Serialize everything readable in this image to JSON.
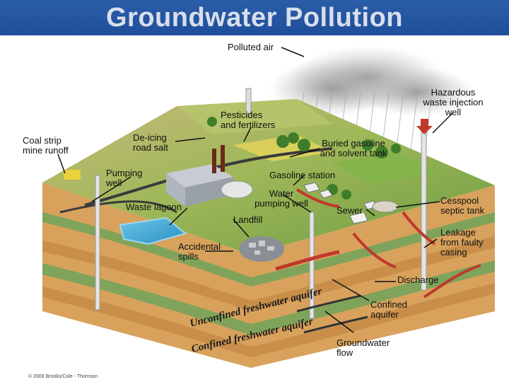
{
  "title": "Groundwater Pollution",
  "labels": {
    "polluted_air": "Polluted air",
    "hazardous_well": "Hazardous\nwaste injection\nwell",
    "pesticides": "Pesticides\nand fertilizers",
    "coal_strip": "Coal strip\nmine runoff",
    "deicing": "De-icing\nroad salt",
    "buried_tank": "Buried gasoline\nand solvent tank",
    "pumping_well": "Pumping\nwell",
    "gasoline_station": "Gasoline station",
    "water_pumping_well": "Water\npumping well",
    "waste_lagoon": "Waste lagoon",
    "sewer": "Sewer",
    "cesspool": "Cesspool\nseptic tank",
    "landfill": "Landfill",
    "leakage": "Leakage\nfrom faulty\ncasing",
    "accidental_spills": "Accidental\nspills",
    "discharge": "Discharge",
    "confined_aquifer": "Confined\naquifer",
    "groundwater_flow": "Groundwater\nflow"
  },
  "layer_labels": {
    "unconfined": "Unconfined freshwater aquifer",
    "confined": "Confined freshwater aquifer"
  },
  "copyright": "© 2008 Brooks/Cole - Thomson"
}
